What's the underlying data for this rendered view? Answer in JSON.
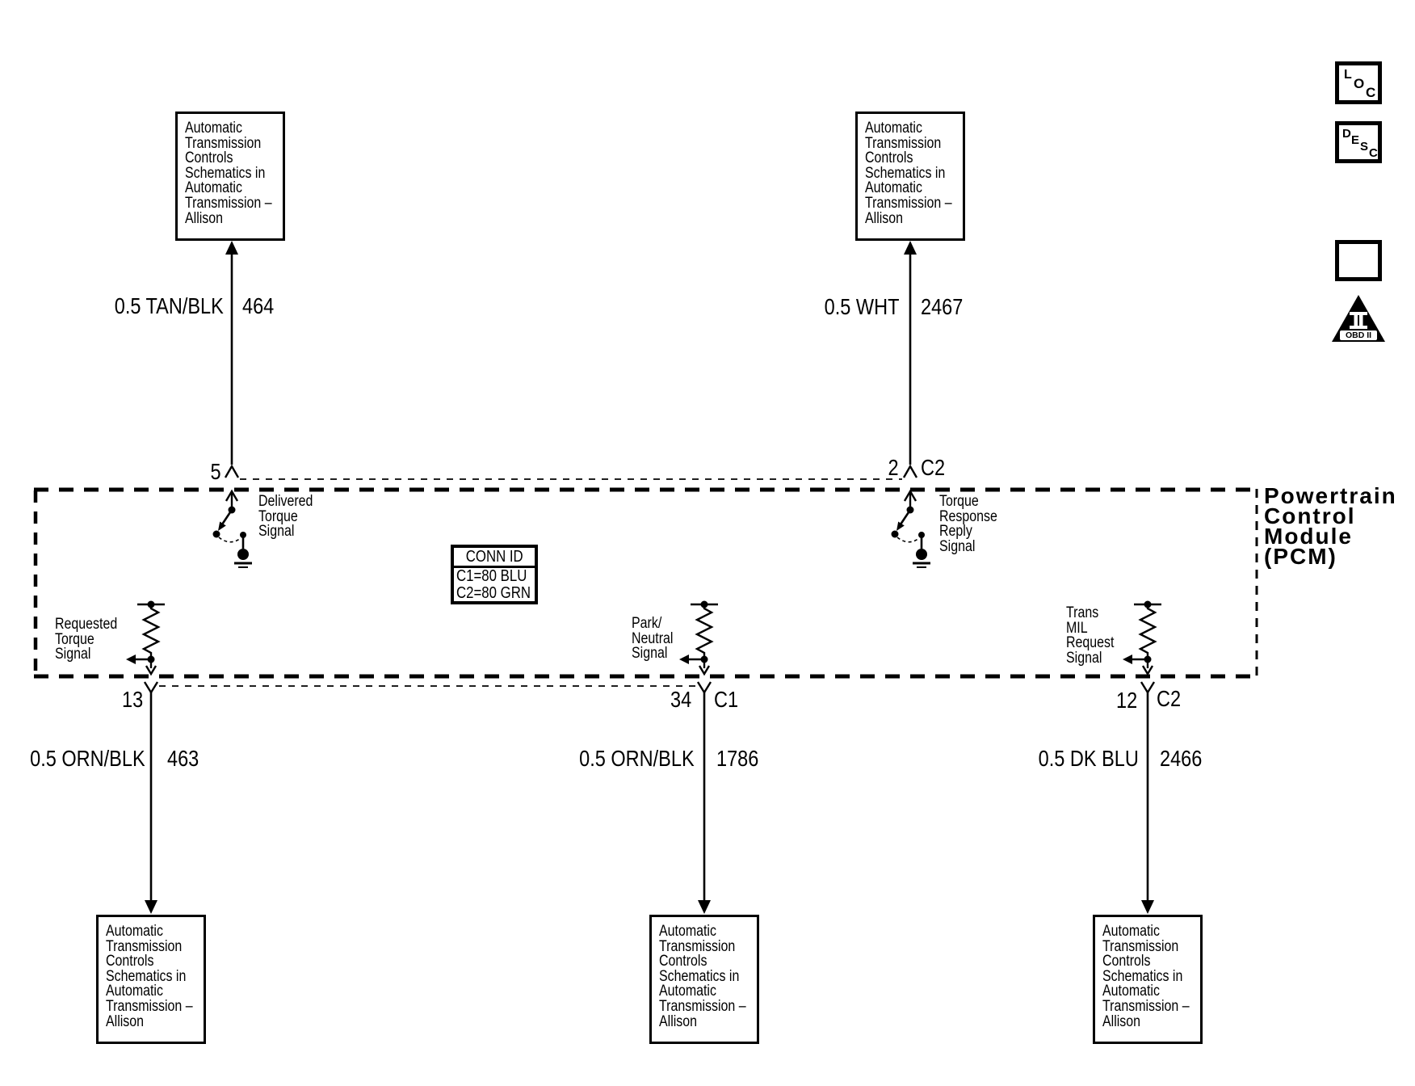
{
  "source_box": {
    "lines": [
      "Automatic",
      "Transmission",
      "Controls",
      "Schematics in",
      "Automatic",
      "Transmission –",
      "Allison"
    ]
  },
  "pcm": {
    "label_lines": [
      "Powertrain",
      "Control",
      "Module",
      "(PCM)"
    ]
  },
  "conn_id": {
    "title": "CONN ID",
    "rows": [
      "C1=80 BLU",
      "C2=80 GRN"
    ]
  },
  "wires": {
    "top_left": {
      "label": "0.5 TAN/BLK",
      "circuit": "464",
      "pin": "5"
    },
    "top_right": {
      "label": "0.5 WHT",
      "circuit": "2467",
      "pin": "2",
      "connector": "C2"
    },
    "bottom_left": {
      "label": "0.5 ORN/BLK",
      "circuit": "463",
      "pin": "13"
    },
    "bottom_middle": {
      "label": "0.5 ORN/BLK",
      "circuit": "1786",
      "pin": "34",
      "connector": "C1"
    },
    "bottom_right": {
      "label": "0.5 DK BLU",
      "circuit": "2466",
      "pin": "12",
      "connector": "C2"
    }
  },
  "signals": {
    "delivered_torque": {
      "lines": [
        "Delivered",
        "Torque",
        "Signal"
      ]
    },
    "torque_response": {
      "lines": [
        "Torque",
        "Response",
        "Reply",
        "Signal"
      ]
    },
    "requested_torque": {
      "lines": [
        "Requested",
        "Torque",
        "Signal"
      ]
    },
    "park_neutral": {
      "lines": [
        "Park/",
        "Neutral",
        "Signal"
      ]
    },
    "trans_mil": {
      "lines": [
        "Trans",
        "MIL",
        "Request",
        "Signal"
      ]
    }
  },
  "toolbar": {
    "loc_letters": [
      "L",
      "O",
      "C"
    ],
    "desc_letters": [
      "D",
      "E",
      "S",
      "C"
    ],
    "obd_label": "OBD II"
  },
  "colors": {
    "ink": "#000000",
    "background": "#ffffff"
  }
}
